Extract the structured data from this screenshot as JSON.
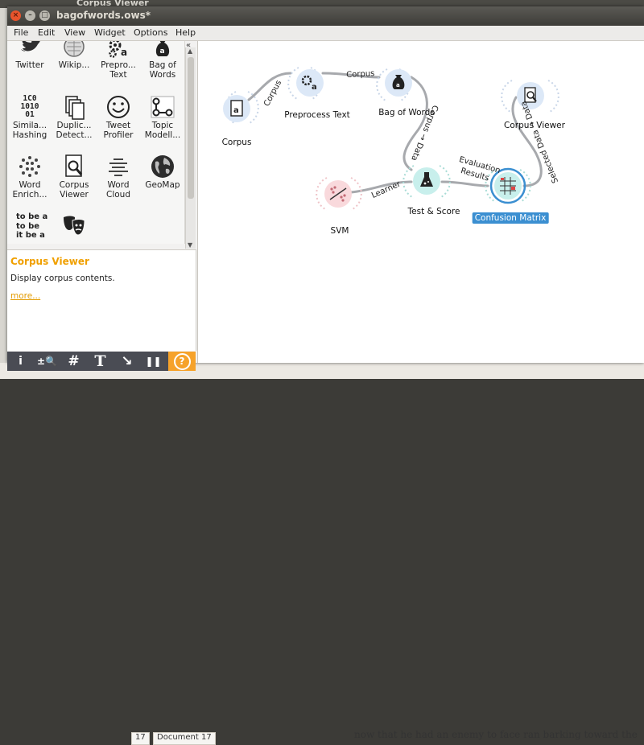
{
  "background": {
    "top_title": "Corpus Viewer",
    "doc_cells": [
      "17",
      "Document 17"
    ],
    "doc_text": "now that he had an enemy to face ran barking toward the"
  },
  "window": {
    "title": "bagofwords.ows*",
    "controls": {
      "close": "×",
      "minimize": "–",
      "maximize": "□"
    }
  },
  "menu": [
    "File",
    "Edit",
    "View",
    "Widget",
    "Options",
    "Help"
  ],
  "toolbox": {
    "collapse": "«",
    "items": [
      {
        "label": "Twitter",
        "icon": "twitter-bird-icon"
      },
      {
        "label": "Wikip...",
        "icon": "wikipedia-globe-icon"
      },
      {
        "label": "Prepro...\nText",
        "icon": "gears-a-icon"
      },
      {
        "label": "Bag of\nWords",
        "icon": "bag-a-icon"
      },
      {
        "label": "Simila...\nHashing",
        "icon": "binary-digits-icon",
        "glyph": "1C0\n1010\n01"
      },
      {
        "label": "Duplic...\nDetect...",
        "icon": "duplicate-pages-icon"
      },
      {
        "label": "Tweet\nProfiler",
        "icon": "smiley-icon"
      },
      {
        "label": "Topic\nModell...",
        "icon": "topic-graph-icon"
      },
      {
        "label": "Word\nEnrich...",
        "icon": "dots-circle-icon"
      },
      {
        "label": "Corpus\nViewer",
        "icon": "document-magnifier-icon"
      },
      {
        "label": "Word\nCloud",
        "icon": "word-cloud-icon"
      },
      {
        "label": "GeoMap",
        "icon": "globe-icon"
      },
      {
        "label": "",
        "icon": "to-be-text-icon",
        "glyph": "to be a\nto be\nit be a"
      },
      {
        "label": "",
        "icon": "theater-masks-icon"
      }
    ]
  },
  "description": {
    "title": "Corpus Viewer",
    "text": "Display corpus contents.",
    "more": "more..."
  },
  "bottom_toolbar": [
    {
      "glyph": "i",
      "icon": "info-icon"
    },
    {
      "glyph": "±🔍",
      "icon": "zoom-icon"
    },
    {
      "glyph": "#",
      "icon": "grid-icon"
    },
    {
      "glyph": "T",
      "icon": "text-annotation-icon"
    },
    {
      "glyph": "↘",
      "icon": "arrow-annotation-icon"
    },
    {
      "glyph": "❚❚",
      "icon": "pause-icon"
    },
    {
      "glyph": "?",
      "icon": "help-icon"
    }
  ],
  "canvas": {
    "nodes": {
      "corpus": "Corpus",
      "preprocess": "Preprocess Text",
      "bag": "Bag of Words",
      "viewer": "Corpus Viewer",
      "svm": "SVM",
      "test": "Test & Score",
      "confusion": "Confusion Matrix"
    },
    "links": {
      "corpus_pre": "Corpus",
      "pre_bag": "Corpus",
      "bag_test": "Corpus → Data",
      "svm_test": "Learner",
      "test_conf_1": "Evaluation",
      "test_conf_2": "Results",
      "conf_viewer": "Selected Data → Data"
    },
    "colors": {
      "text_node": "#dce8f7",
      "model_node": "#f9d9dc",
      "eval_node": "#c8efec",
      "selection": "#3b8fd1",
      "help_accent": "#f6a22a",
      "desc_title": "#f0a000"
    }
  }
}
